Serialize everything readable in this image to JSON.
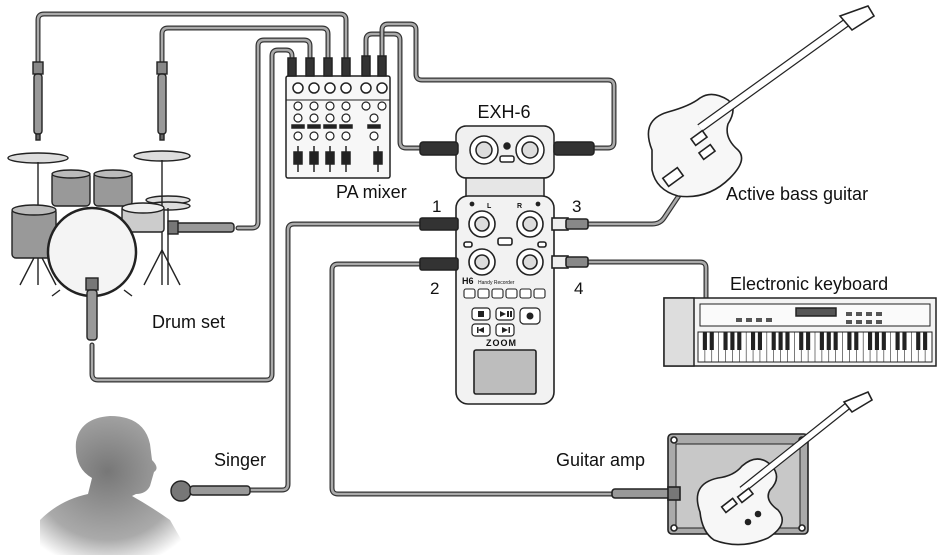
{
  "labels": {
    "exh6": "EXH-6",
    "pa_mixer": "PA mixer",
    "active_bass": "Active bass guitar",
    "drum_set": "Drum set",
    "electronic_keyboard": "Electronic keyboard",
    "singer": "Singer",
    "guitar_amp": "Guitar amp"
  },
  "inputs": {
    "in1": "1",
    "in2": "2",
    "in3": "3",
    "in4": "4"
  },
  "recorder": {
    "model": "H6",
    "subtitle": "Handy Recorder",
    "brand": "ZOOM",
    "channel_l": "L",
    "channel_r": "R"
  },
  "colors": {
    "cable": "#888888",
    "cable_outline": "#333333",
    "device_fill": "#f2f2f2",
    "device_stroke": "#222222",
    "shade": "#bdbdbd",
    "dark": "#333333"
  }
}
